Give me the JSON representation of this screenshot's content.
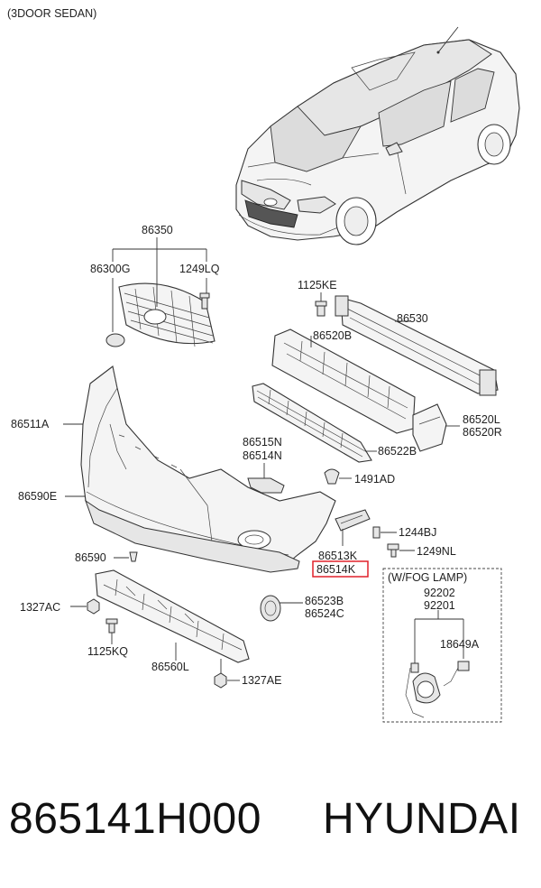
{
  "header": {
    "variant": "(3DOOR SEDAN)"
  },
  "callouts": {
    "c86350": "86350",
    "c86300G": "86300G",
    "c1249LQ": "1249LQ",
    "c1125KE": "1125KE",
    "c86530": "86530",
    "c86520B": "86520B",
    "c86511A": "86511A",
    "c86515N": "86515N",
    "c86514N": "86514N",
    "c86522B": "86522B",
    "c86520L": "86520L",
    "c86520R": "86520R",
    "c1491AD": "1491AD",
    "c86590E": "86590E",
    "c1244BJ": "1244BJ",
    "c1249NL": "1249NL",
    "c86590": "86590",
    "c86513K": "86513K",
    "c86514K": "86514K",
    "c1327AC": "1327AC",
    "c86523B": "86523B",
    "c86524C": "86524C",
    "c1125KQ": "1125KQ",
    "c86560L": "86560L",
    "c1327AE": "1327AE"
  },
  "fog_box": {
    "title": "(W/FOG LAMP)",
    "c92202": "92202",
    "c92201": "92201",
    "c18649A": "18649A"
  },
  "highlight_color": "#e0202a",
  "footer": {
    "part_number": "865141H000",
    "brand": "HYUNDAI"
  }
}
